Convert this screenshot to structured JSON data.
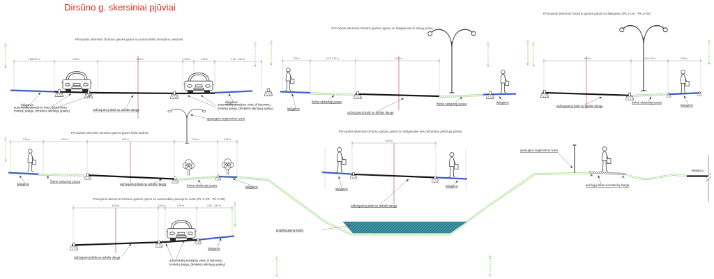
{
  "title": "Dirsūno g. skersiniai pjūviai",
  "colors": {
    "title_red": "#e42a1c",
    "centerline_red": "#c0392b",
    "sidewalk_blue": "#3f5ec7",
    "grass_green": "#8fd471",
    "water_teal": "#3f93a3",
    "road_black": "#151515"
  },
  "common": {
    "sidewalk": "šaligatvis",
    "roadway": "važiuojamoji dalis su asfalto danga",
    "green_strip": "žolinė skiriamoji juosta",
    "parking1": "automobilių stovėjimo vieta, iš betoninių",
    "parking2": "trinkelių danga, (trinkelės skirtingų spalvų)",
    "fence": "apsauginė segmentinė tvora",
    "pond": "projektuojama kūdra",
    "path": "pėsčiųjų takas su trinkelių danga",
    "metalo": "Metalo g."
  },
  "sections": {
    "a": {
      "title": "Principinis skersinis Dirsūno gatvės pjūvis su automobilių stovėjimo vietomis",
      "dims": [
        "1.80/2.87 m",
        "2.00 m",
        "6.00 m",
        "2.00 m",
        "2.00 m",
        "2.05 - 3.00 m"
      ]
    },
    "b": {
      "title": "Principinis skersinis Dirsūno gatvės pjūvis su šaligatviais iš abiejų pusių",
      "dims": [
        "2.25 m",
        "0.75-7.40 m",
        "6.00 m"
      ]
    },
    "c": {
      "title": "Principinis skersinis Dirsūno gatvės pjūvis su šaligatviu (Pk 1+25 - Pk 2+50)",
      "dims": [
        "6.00 m",
        "1.00-4.70 m",
        "2.25 m"
      ]
    },
    "d": {
      "title": "Principinis skersinis Dirsūno gatvės pjūvis šalia kūdros",
      "dims": [
        "2.20 m",
        "3.87 m",
        "6.00 m",
        "2.61 m",
        "2.25 m"
      ]
    },
    "e": {
      "title": "Principinis skersinis Dirsūno gatvės pjūvis su šaligatviais ties nežymėta pėsčiųjų perėja",
      "dims": [
        "6.00 m"
      ]
    },
    "f": {
      "title": "Principinis skersinis Dirsūno gatvės pjūvis su automobilių stovėjimo vieta (Pk 1+25 - Pk 2+50)",
      "dims": [
        "6.00 m",
        "2.00 m",
        "2.00 m",
        "2.50 - 2.60 m"
      ]
    }
  }
}
